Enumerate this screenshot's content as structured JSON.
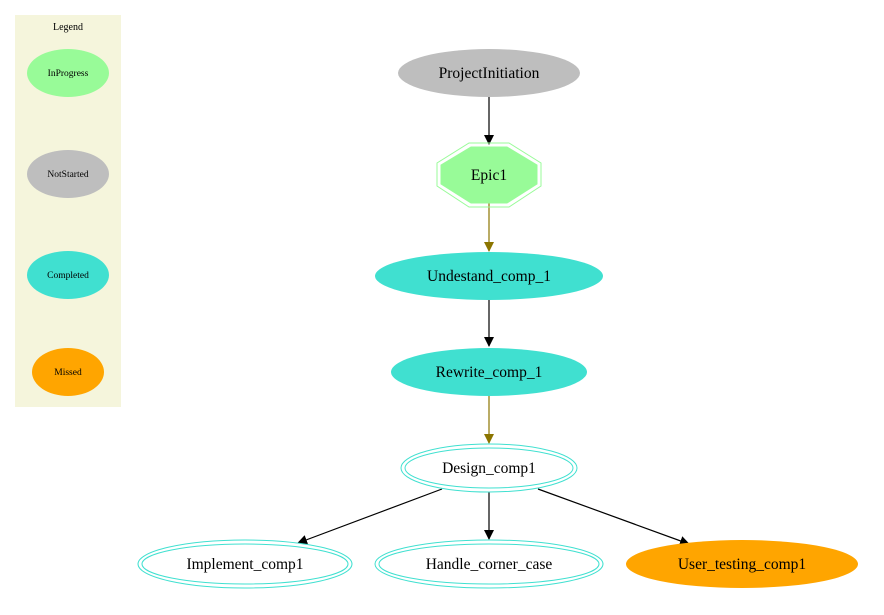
{
  "legend": {
    "title": "Legend",
    "items": [
      {
        "label": "InProgress",
        "color": "#98fb98"
      },
      {
        "label": "NotStarted",
        "color": "#bebebe"
      },
      {
        "label": "Completed",
        "color": "#40e0d0"
      },
      {
        "label": "Missed",
        "color": "#ffa500"
      }
    ],
    "background": "#f5f5dc"
  },
  "nodes": {
    "project_initiation": {
      "label": "ProjectInitiation",
      "status": "NotStarted",
      "fill": "#bebebe"
    },
    "epic1": {
      "label": "Epic1",
      "status": "InProgress",
      "shape": "doubleoctagon",
      "fill": "#98fb98",
      "stroke": "#98fb98"
    },
    "undestand_comp_1": {
      "label": "Undestand_comp_1",
      "status": "Completed",
      "fill": "#40e0d0"
    },
    "rewrite_comp_1": {
      "label": "Rewrite_comp_1",
      "status": "Completed",
      "fill": "#40e0d0"
    },
    "design_comp1": {
      "label": "Design_comp1",
      "shape": "doublecircle-ellipse",
      "stroke": "#40e0d0"
    },
    "implement_comp1": {
      "label": "Implement_comp1",
      "stroke": "#40e0d0"
    },
    "handle_corner_case": {
      "label": "Handle_corner_case",
      "stroke": "#40e0d0"
    },
    "user_testing_comp1": {
      "label": "User_testing_comp1",
      "status": "Missed",
      "fill": "#ffa500"
    }
  },
  "edges": [
    {
      "from": "ProjectInitiation",
      "to": "Epic1",
      "color": "#000000"
    },
    {
      "from": "Epic1",
      "to": "Undestand_comp_1",
      "color": "#8b7500"
    },
    {
      "from": "Undestand_comp_1",
      "to": "Rewrite_comp_1",
      "color": "#000000"
    },
    {
      "from": "Rewrite_comp_1",
      "to": "Design_comp1",
      "color": "#8b7500"
    },
    {
      "from": "Design_comp1",
      "to": "Implement_comp1",
      "color": "#000000"
    },
    {
      "from": "Design_comp1",
      "to": "Handle_corner_case",
      "color": "#000000"
    },
    {
      "from": "Design_comp1",
      "to": "User_testing_comp1",
      "color": "#000000"
    }
  ]
}
